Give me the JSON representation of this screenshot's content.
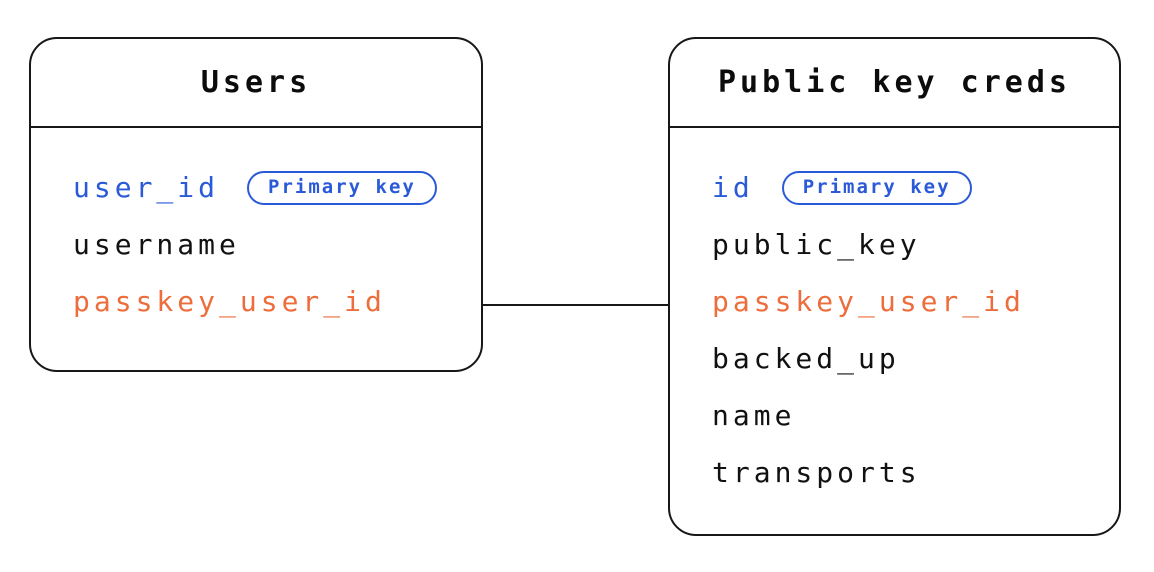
{
  "diagram": {
    "type": "entity-relationship",
    "colors": {
      "field_blue": "#2b5ad8",
      "field_orange": "#ed6e3c",
      "line_black": "#171717",
      "background": "#ffffff"
    },
    "tables": [
      {
        "title": "Users",
        "fields": [
          {
            "name": "user_id",
            "color": "blue",
            "badge": "Primary key"
          },
          {
            "name": "username",
            "color": "default",
            "badge": null
          },
          {
            "name": "passkey_user_id",
            "color": "orange",
            "badge": null
          }
        ]
      },
      {
        "title": "Public key creds",
        "fields": [
          {
            "name": "id",
            "color": "blue",
            "badge": "Primary key"
          },
          {
            "name": "public_key",
            "color": "default",
            "badge": null
          },
          {
            "name": "passkey_user_id",
            "color": "orange",
            "badge": null
          },
          {
            "name": "backed_up",
            "color": "default",
            "badge": null
          },
          {
            "name": "name",
            "color": "default",
            "badge": null
          },
          {
            "name": "transports",
            "color": "default",
            "badge": null
          }
        ]
      }
    ],
    "relationship": {
      "from_table": "Users",
      "from_field": "passkey_user_id",
      "to_table": "Public key creds",
      "to_field": "passkey_user_id"
    }
  }
}
